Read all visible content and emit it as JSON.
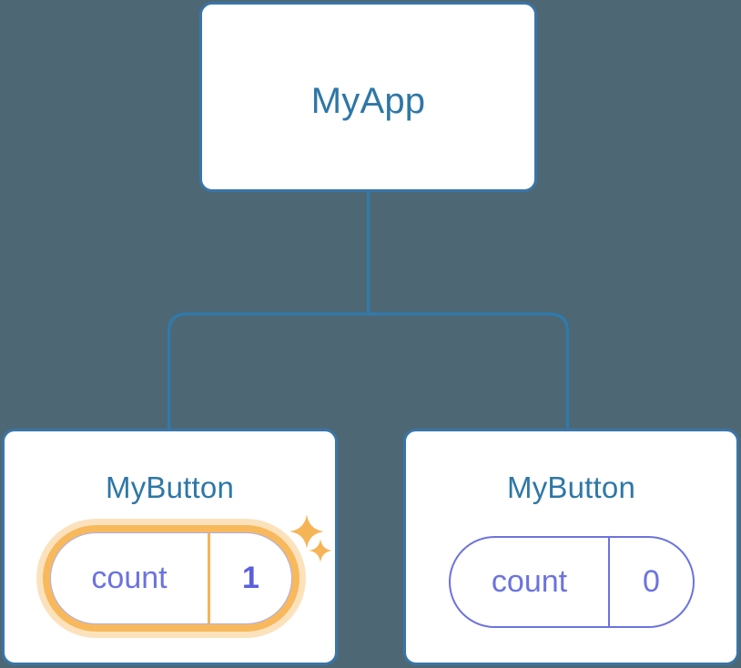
{
  "diagram": {
    "type": "component-tree",
    "background_color": "#4d6874",
    "node_border_color": "#3a75a8",
    "node_text_color": "#2e77a6",
    "state_color": "#6b73de",
    "highlight_color": "#f8b95c",
    "highlight_glow_color": "#fbe2bc",
    "root": {
      "label": "MyApp"
    },
    "children": [
      {
        "label": "MyButton",
        "state": {
          "key": "count",
          "value": "1"
        },
        "highlighted": true,
        "sparkles": [
          "sparkle-large",
          "sparkle-small"
        ]
      },
      {
        "label": "MyButton",
        "state": {
          "key": "count",
          "value": "0"
        },
        "highlighted": false
      }
    ]
  }
}
